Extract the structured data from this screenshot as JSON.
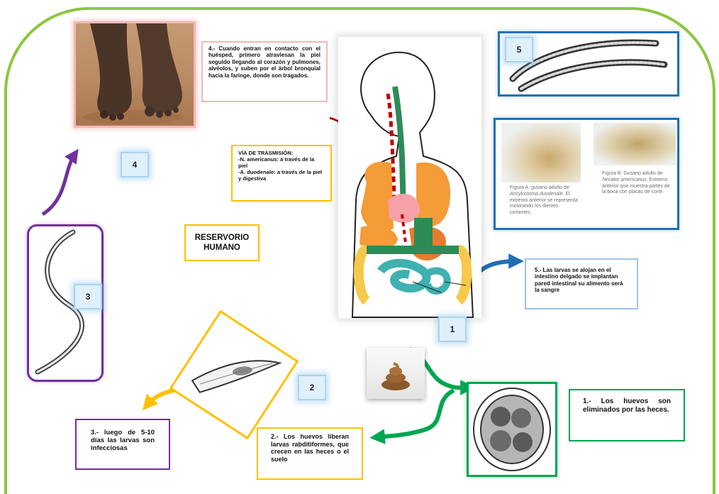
{
  "texts": {
    "step4": "4.- Cuando entran en contacto con el huésped, primero atraviesan la piel seguido llegando al corazón y pulmones, alvéolos, y suben por el árbol bronquial hacia la faringe, donde son tragados.",
    "via_title": "VÍA DE TRASMISIÓN:",
    "via_line1": "-N. americanus: a través de la piel",
    "via_line2": "-A. duodenale: a través de la piel y digestiva",
    "reservoir": "RESERVORIO HUMANO",
    "step5": "5.- Las larvas se alojan en el intestino delgado se implantan pared intestinal su alimento será la sangre",
    "step1": "1.- Los huevos son eliminados por las heces.",
    "step2": "2.- Los huevos liberan larvas rabditiformes, que crecen en las heces o el suelo",
    "step3": "3.- luego de 5-10 días las larvas son infecciosas"
  },
  "numbers": {
    "n1": "1",
    "n2": "2",
    "n3": "3",
    "n4": "4",
    "n5": "5"
  },
  "figures": {
    "a_prefix": "Figura A: gusano adulto de",
    "a_species": "Ancylostoma duodenale",
    "a_suffix": ". El extremo anterior se representa mostrando los dientes cortantes.",
    "b_prefix": "Figura B: Gusano adulto de",
    "b_species": "Necator americanus",
    "b_suffix": ". Extremo anterior que muestra partes de la boca con placas de corte."
  },
  "colors": {
    "frame": "#8cc63f",
    "pink": "#f4b6b8",
    "yellow": "#ffc000",
    "blue": "#1f6fb7",
    "purple": "#7030a0",
    "green": "#00a651",
    "lightblue": "#9dc3e6",
    "arrow_red": "#b01010",
    "arrow_purple": "#7030a0",
    "arrow_blue": "#1f6fb7",
    "arrow_yellow": "#ffc000",
    "arrow_green": "#00a651"
  },
  "icons": {
    "feet": "feet-photo",
    "anatomy": "human-anatomy-diagram",
    "worm": "adult-worm-drawing",
    "poop": "poop-icon",
    "egg": "egg-micrograph",
    "larva": "rhabditiform-larva-drawing",
    "filariform": "filariform-larva-drawing"
  }
}
